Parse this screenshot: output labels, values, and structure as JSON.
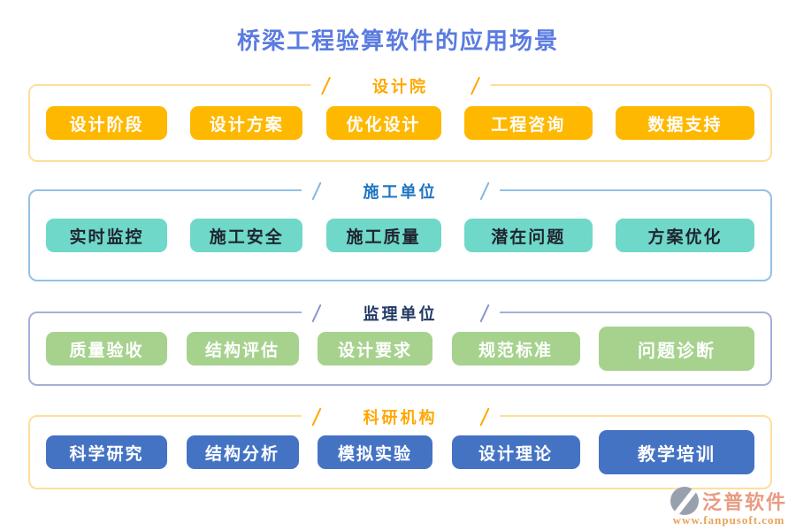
{
  "title": "桥梁工程验算软件的应用场景",
  "sections": [
    {
      "name": "设计院",
      "accent": "#FFA800",
      "slash": "#FFA800",
      "border": "#FFDE9C",
      "item_bg": "#FFB800",
      "item_text": "#FFFFFF",
      "items": [
        "设计阶段",
        "设计方案",
        "优化设计",
        "工程咨询",
        "数据支持"
      ]
    },
    {
      "name": "施工单位",
      "accent": "#1E74BE",
      "slash": "#85B7DE",
      "border": "#93C1E4",
      "item_bg": "#6FD8C8",
      "item_text": "#1F2430",
      "items": [
        "实时监控",
        "施工安全",
        "施工质量",
        "潜在问题",
        "方案优化"
      ]
    },
    {
      "name": "监理单位",
      "accent": "#203864",
      "slash": "#8C96CC",
      "border": "#A7AEDB",
      "item_bg": "#A6D28E",
      "item_text": "#FFFFFF",
      "items": [
        "质量验收",
        "结构评估",
        "设计要求",
        "规范标准",
        "问题诊断"
      ]
    },
    {
      "name": "科研机构",
      "accent": "#FFA800",
      "slash": "#FFA800",
      "border": "#FFDE9C",
      "item_bg": "#4573C4",
      "item_text": "#FFFFFF",
      "items": [
        "科学研究",
        "结构分析",
        "模拟实验",
        "设计理论",
        "教学培训"
      ]
    }
  ],
  "footer": {
    "brand": "泛普软件",
    "website": "www.fanpusoft.com"
  },
  "colors": {
    "title": "#5A7BE0",
    "brand_text": "#E89B83",
    "website_text": "#E8A257",
    "logo_gray": "#98A0AE"
  }
}
